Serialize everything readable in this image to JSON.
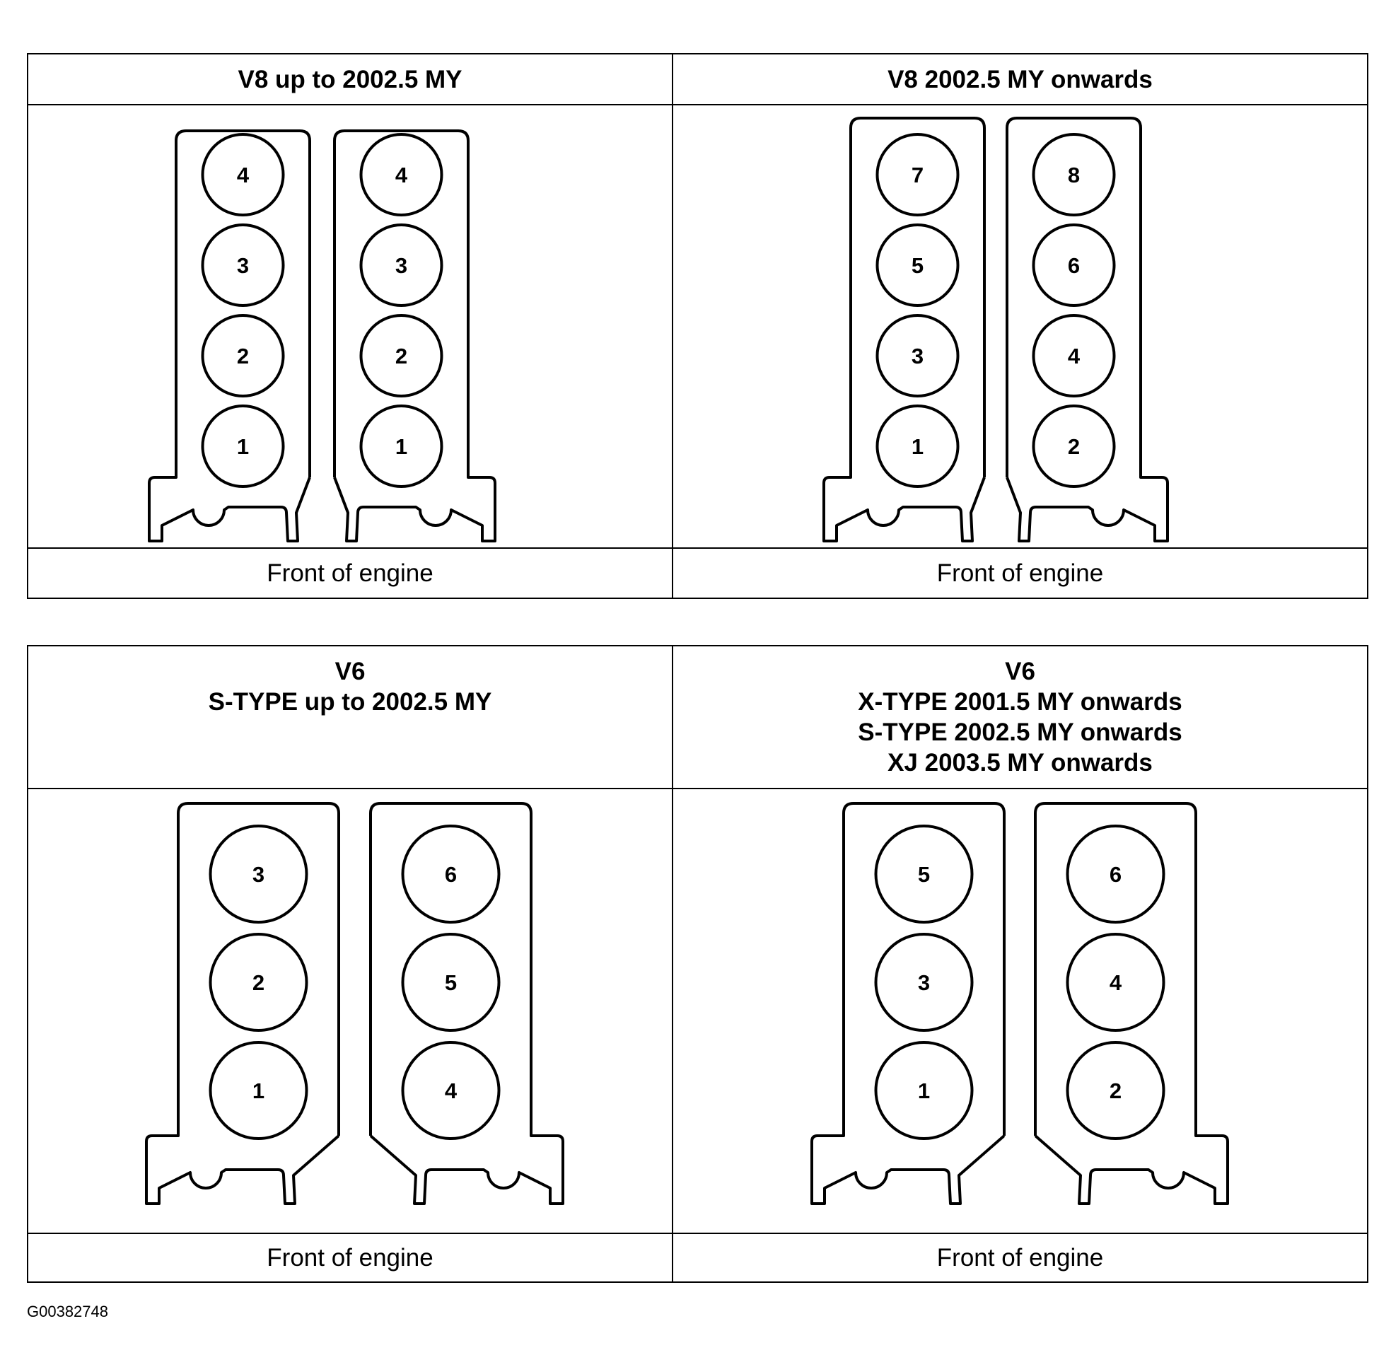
{
  "panels": [
    {
      "id": "p1",
      "title_lines": [
        "V8 up to 2002.5 MY"
      ],
      "footer": "Front of engine",
      "left_bank": [
        "4",
        "3",
        "2",
        "1"
      ],
      "right_bank": [
        "4",
        "3",
        "2",
        "1"
      ]
    },
    {
      "id": "p2",
      "title_lines": [
        "V8 2002.5 MY onwards"
      ],
      "footer": "Front of engine",
      "left_bank": [
        "7",
        "5",
        "3",
        "1"
      ],
      "right_bank": [
        "8",
        "6",
        "4",
        "2"
      ]
    },
    {
      "id": "p3",
      "title_lines": [
        "V6",
        "S-TYPE up to 2002.5 MY"
      ],
      "footer": "Front of engine",
      "left_bank": [
        "3",
        "2",
        "1"
      ],
      "right_bank": [
        "6",
        "5",
        "4"
      ]
    },
    {
      "id": "p4",
      "title_lines": [
        "V6",
        "X-TYPE 2001.5 MY onwards",
        "S-TYPE 2002.5 MY onwards",
        "XJ 2003.5 MY onwards"
      ],
      "footer": "Front of engine",
      "left_bank": [
        "5",
        "3",
        "1"
      ],
      "right_bank": [
        "6",
        "4",
        "2"
      ]
    }
  ],
  "figure_code": "G00382748"
}
